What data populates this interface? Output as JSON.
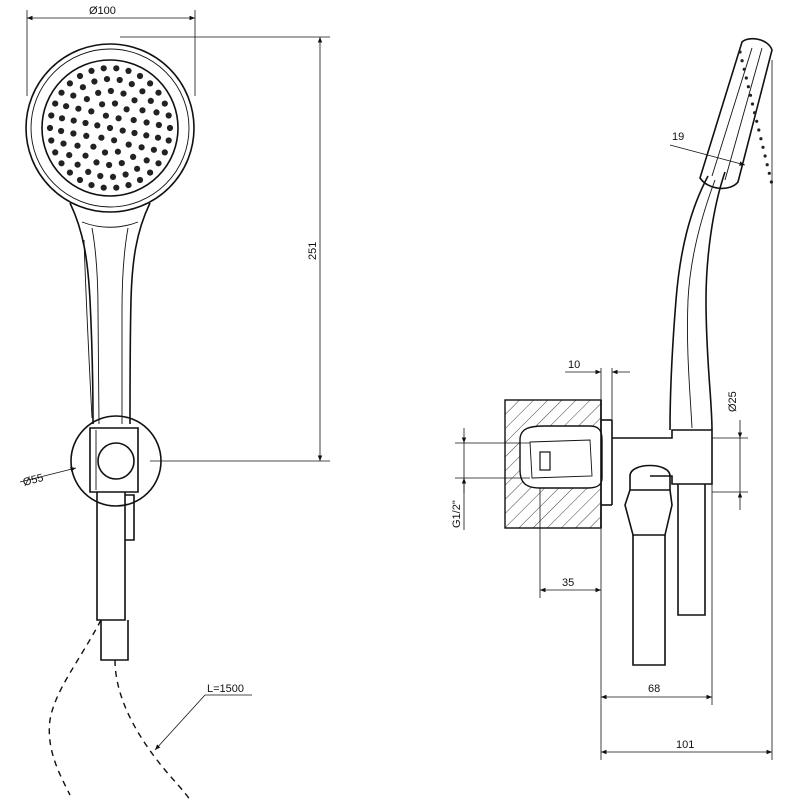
{
  "drawing": {
    "front_view": {
      "dimensions": {
        "head_diameter": "Ø100",
        "bracket_diameter": "Ø55",
        "overall_height": "251"
      },
      "hose_length": "L=1500"
    },
    "side_view": {
      "dimensions": {
        "head_thickness": "19",
        "plate_thickness": "10",
        "handle_diameter": "Ø25",
        "thread": "G1/2\"",
        "recess_depth": "35",
        "projection_outlet": "68",
        "projection_total": "101"
      }
    }
  }
}
